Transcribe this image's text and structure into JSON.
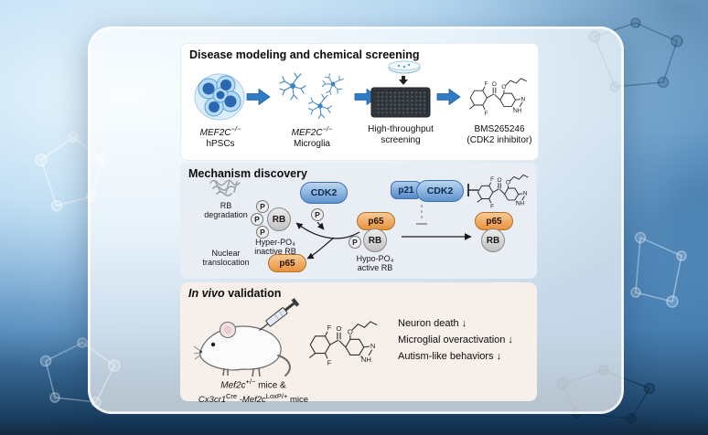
{
  "screening": {
    "title": "Disease modeling and chemical screening",
    "hpsc": {
      "gene": "MEF2C",
      "sup": "−/−",
      "name": "hPSCs"
    },
    "microglia": {
      "gene": "MEF2C",
      "sup": "−/−",
      "name": "Microglia"
    },
    "hts": {
      "line1": "High-throughput",
      "line2": "screening"
    },
    "compound": {
      "line1": "BMS265246",
      "line2": "(CDK2 inhibitor)"
    }
  },
  "mechanism": {
    "title": "Mechanism discovery",
    "cdk2": "CDK2",
    "p21": "p21",
    "p65": "p65",
    "rb": "RB",
    "p": "P",
    "deg_line1": "RB",
    "deg_line2": "degradation",
    "hyper_line1": "Hyper-PO₄",
    "hyper_line2": "inactive RB",
    "nuc_line1": "Nuclear",
    "nuc_line2": "translocation",
    "hypo_line1": "Hypo-PO₄",
    "hypo_line2": "active RB"
  },
  "invivo": {
    "title_italic": "In vivo",
    "title_rest": " validation",
    "mice": {
      "gene1": "Mef2c",
      "sup1": "+/−",
      "rest1": " mice &",
      "gene2": "Cx3cr1",
      "sup2": "Cre",
      "sep": " -",
      "gene3": "Mef2c",
      "sup3": "LoxP/+",
      "rest2": " mice"
    },
    "outcomes": [
      "Neuron death ↓",
      "Microglial overactivation ↓",
      "Autism-like behaviors ↓"
    ]
  },
  "atoms": {
    "f1": "F",
    "f2": "F",
    "o1": "O",
    "o2": "O",
    "n1": "N",
    "nh": "NH"
  }
}
